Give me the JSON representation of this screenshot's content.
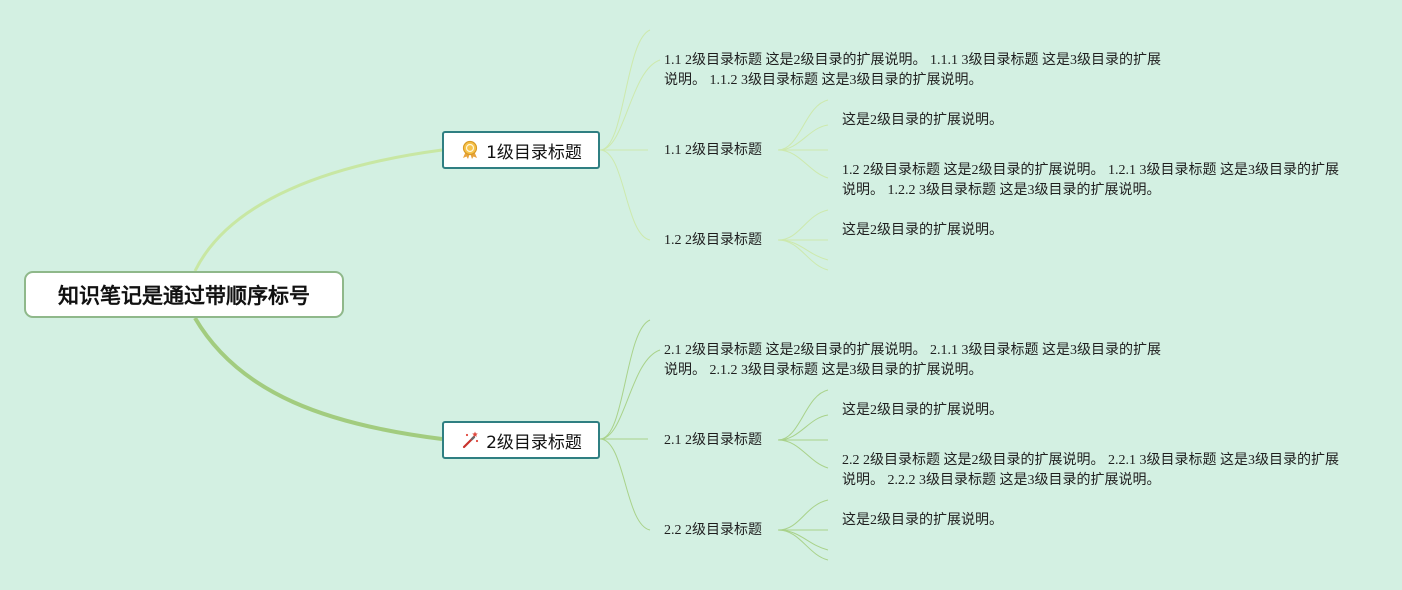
{
  "root": {
    "title": "知识笔记是通过带顺序标号"
  },
  "branches": [
    {
      "label": "1级目录标题",
      "icon": "award-ribbon-icon",
      "summary": [
        "1.1 2级目录标题 这是2级目录的扩展说明。 1.1.1 3级目录标题 这是3级目录的扩展",
        "说明。 1.1.2 3级目录标题 这是3级目录的扩展说明。"
      ],
      "children": [
        {
          "label": "1.1 2级目录标题",
          "notes": [
            {
              "lines": [
                "这是2级目录的扩展说明。"
              ]
            },
            {
              "lines": [
                "1.2 2级目录标题 这是2级目录的扩展说明。 1.2.1 3级目录标题 这是3级目录的扩展",
                "说明。 1.2.2 3级目录标题 这是3级目录的扩展说明。"
              ]
            }
          ]
        },
        {
          "label": "1.2 2级目录标题",
          "notes": [
            {
              "lines": [
                "这是2级目录的扩展说明。"
              ]
            }
          ]
        }
      ]
    },
    {
      "label": "2级目录标题",
      "icon": "magic-wand-icon",
      "summary": [
        "2.1 2级目录标题 这是2级目录的扩展说明。 2.1.1 3级目录标题 这是3级目录的扩展",
        "说明。 2.1.2 3级目录标题 这是3级目录的扩展说明。"
      ],
      "children": [
        {
          "label": "2.1 2级目录标题",
          "notes": [
            {
              "lines": [
                "这是2级目录的扩展说明。"
              ]
            },
            {
              "lines": [
                "2.2 2级目录标题 这是2级目录的扩展说明。 2.2.1 3级目录标题 这是3级目录的扩展",
                "说明。 2.2.2 3级目录标题 这是3级目录的扩展说明。"
              ]
            }
          ]
        },
        {
          "label": "2.2 2级目录标题",
          "notes": [
            {
              "lines": [
                "这是2级目录的扩展说明。"
              ]
            }
          ]
        }
      ]
    }
  ],
  "colors": {
    "background": "#d3f0e2",
    "link_light": "#c6e6a0",
    "link_dark": "#9fcb7e",
    "branch_border": "#2f7f82",
    "root_border": "#8fb88a"
  }
}
